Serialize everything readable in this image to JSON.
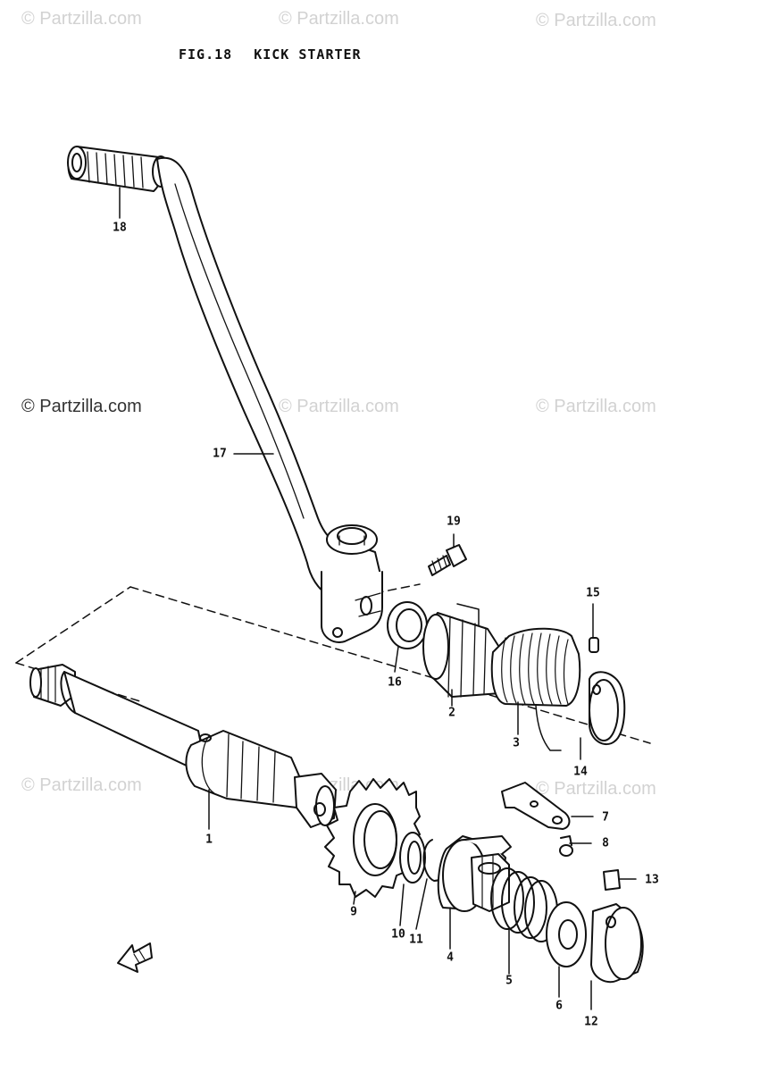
{
  "title": {
    "fig": "FIG.18",
    "name": "KICK STARTER"
  },
  "watermark": "© Partzilla.com",
  "callouts": {
    "c1": "1",
    "c2": "2",
    "c3": "3",
    "c4": "4",
    "c5": "5",
    "c6": "6",
    "c7": "7",
    "c8": "8",
    "c9": "9",
    "c10": "10",
    "c11": "11",
    "c12": "12",
    "c13": "13",
    "c14": "14",
    "c15": "15",
    "c16": "16",
    "c17": "17",
    "c18": "18",
    "c19": "19"
  },
  "colors": {
    "ink": "#111111",
    "watermark": "#d2d2d2"
  }
}
